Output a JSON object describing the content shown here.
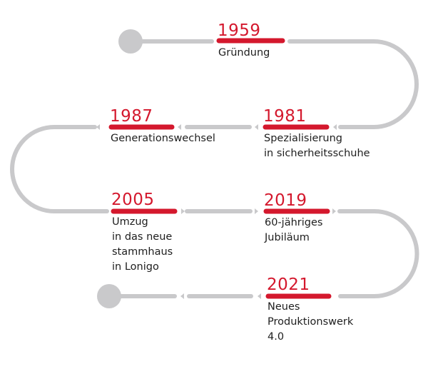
{
  "timeline": {
    "colors": {
      "accent": "#d4182d",
      "track": "#c9c9cb",
      "text": "#1e1e1e"
    },
    "milestones": [
      {
        "year": "1959",
        "label": "Gründung"
      },
      {
        "year": "1981",
        "label": "Spezialisierung\nin sicherheitsschuhe"
      },
      {
        "year": "1987",
        "label": "Generationswechsel"
      },
      {
        "year": "2005",
        "label": "Umzug\nin das neue\nstammhaus\nin Lonigo"
      },
      {
        "year": "2019",
        "label": "60-jähriges\nJubiläum"
      },
      {
        "year": "2021",
        "label": "Neues\nProduktionswerk\n4.0"
      }
    ]
  }
}
